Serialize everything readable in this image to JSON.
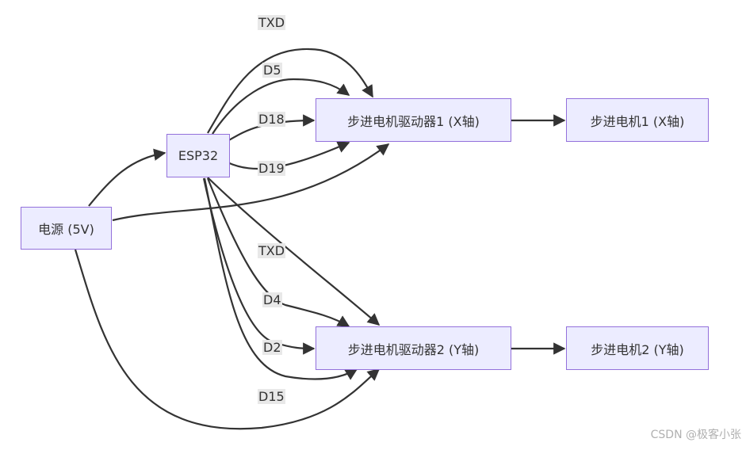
{
  "nodes": {
    "power": "电源 (5V)",
    "esp32": "ESP32",
    "driver1": "步进电机驱动器1 (X轴)",
    "driver2": "步进电机驱动器2 (Y轴)",
    "motor1": "步进电机1 (X轴)",
    "motor2": "步进电机2 (Y轴)"
  },
  "edge_labels": {
    "txd_x": "TXD",
    "d5": "D5",
    "d18": "D18",
    "d19": "D19",
    "txd_y": "TXD",
    "d4": "D4",
    "d2": "D2",
    "d15": "D15"
  },
  "watermark": "CSDN @极客小张",
  "colors": {
    "node_fill": "#ececff",
    "node_border": "#9370db",
    "edge": "#333333",
    "label_bg": "#e8e8e8"
  }
}
